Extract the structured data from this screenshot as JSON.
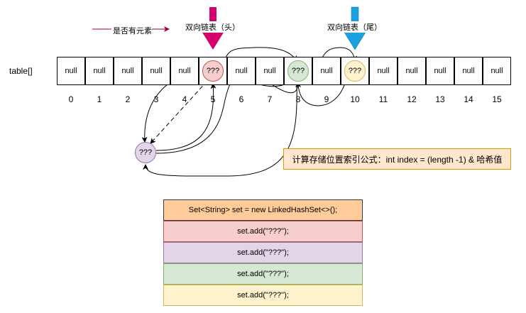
{
  "legend": {
    "exists_label": "是否有元素",
    "head_label": "双向链表（头）",
    "tail_label": "双向链表（尾）"
  },
  "table": {
    "label": "table[]",
    "cells": [
      {
        "index": "0",
        "value": "null"
      },
      {
        "index": "1",
        "value": "null"
      },
      {
        "index": "2",
        "value": "null"
      },
      {
        "index": "3",
        "value": "null"
      },
      {
        "index": "4",
        "value": "null"
      },
      {
        "index": "5",
        "value": ""
      },
      {
        "index": "6",
        "value": "null"
      },
      {
        "index": "7",
        "value": "null"
      },
      {
        "index": "8",
        "value": ""
      },
      {
        "index": "9",
        "value": "null"
      },
      {
        "index": "10",
        "value": ""
      },
      {
        "index": "11",
        "value": "null"
      },
      {
        "index": "12",
        "value": "null"
      },
      {
        "index": "13",
        "value": "null"
      },
      {
        "index": "14",
        "value": "null"
      },
      {
        "index": "15",
        "value": "null"
      }
    ]
  },
  "nodes": [
    {
      "id": "red",
      "label": "???",
      "fill": "#f8cecc",
      "stroke": "#b85450",
      "slot": "5"
    },
    {
      "id": "purple",
      "label": "???",
      "fill": "#e1d5e7",
      "stroke": "#9673a6",
      "slot": "collision"
    },
    {
      "id": "green",
      "label": "???",
      "fill": "#d5e8d4",
      "stroke": "#82b366",
      "slot": "8"
    },
    {
      "id": "yellow",
      "label": "???",
      "fill": "#fff2cc",
      "stroke": "#d6b656",
      "slot": "10"
    }
  ],
  "formula": "计算存储位置索引公式：int index = (length -1) & 哈希值",
  "code": [
    {
      "text": "Set<String> set = new LinkedHashSet<>();",
      "fill": "#ffcc99"
    },
    {
      "text": "set.add(\"???\");",
      "fill": "#f8cecc"
    },
    {
      "text": "set.add(\"???\");",
      "fill": "#e1d5e7"
    },
    {
      "text": "set.add(\"???\");",
      "fill": "#d5e8d4"
    },
    {
      "text": "set.add(\"???\");",
      "fill": "#fff2cc"
    }
  ],
  "colors": {
    "head_arrow": "#d6006e",
    "tail_arrow": "#1ba1e2",
    "legend_arrow": "#a20025"
  }
}
